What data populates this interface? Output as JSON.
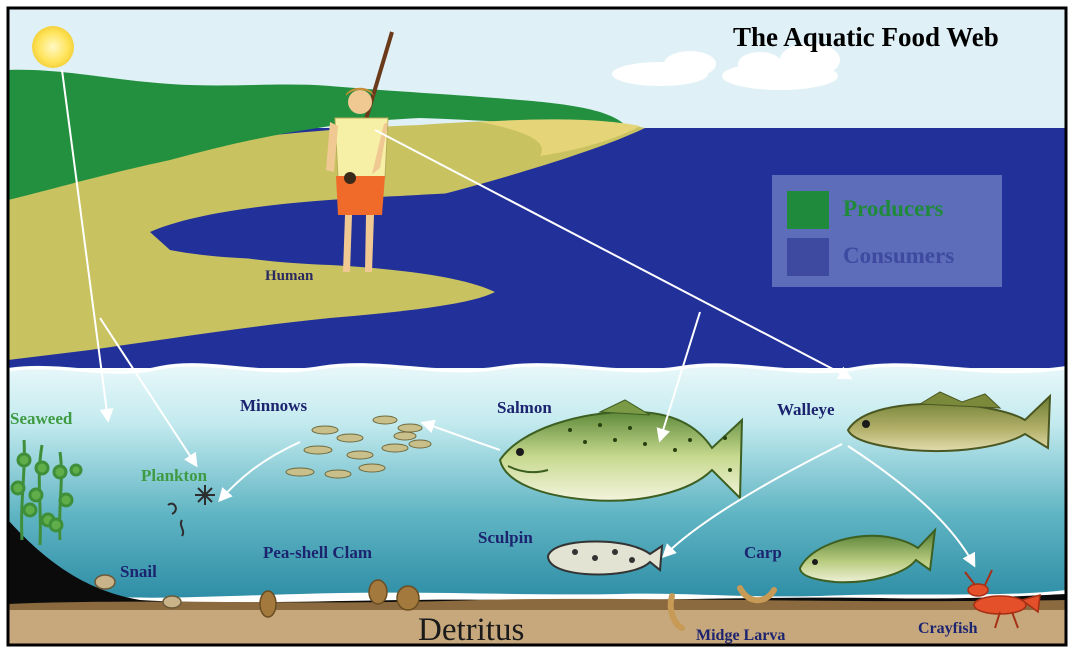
{
  "title": "The Aquatic Food Web",
  "legend": {
    "producers_label": "Producers",
    "consumers_label": "Consumers",
    "producers_color": "#1f8a3c",
    "consumers_color": "#3d4aa0"
  },
  "organisms": {
    "human": "Human",
    "seaweed": "Seaweed",
    "minnows": "Minnows",
    "salmon": "Salmon",
    "walleye": "Walleye",
    "plankton": "Plankton",
    "sculpin": "Sculpin",
    "carp": "Carp",
    "snail": "Snail",
    "clam": "Pea-shell Clam",
    "detritus": "Detritus",
    "midge": "Midge Larva",
    "crayfish": "Crayfish"
  },
  "colors": {
    "sky": "#dff0f6",
    "deep_water": "#22309a",
    "shallow_water": "#5cb0c0",
    "sediment": "#c7a87d",
    "producer_text": "#3f9a44",
    "consumer_text": "#1c2470"
  }
}
